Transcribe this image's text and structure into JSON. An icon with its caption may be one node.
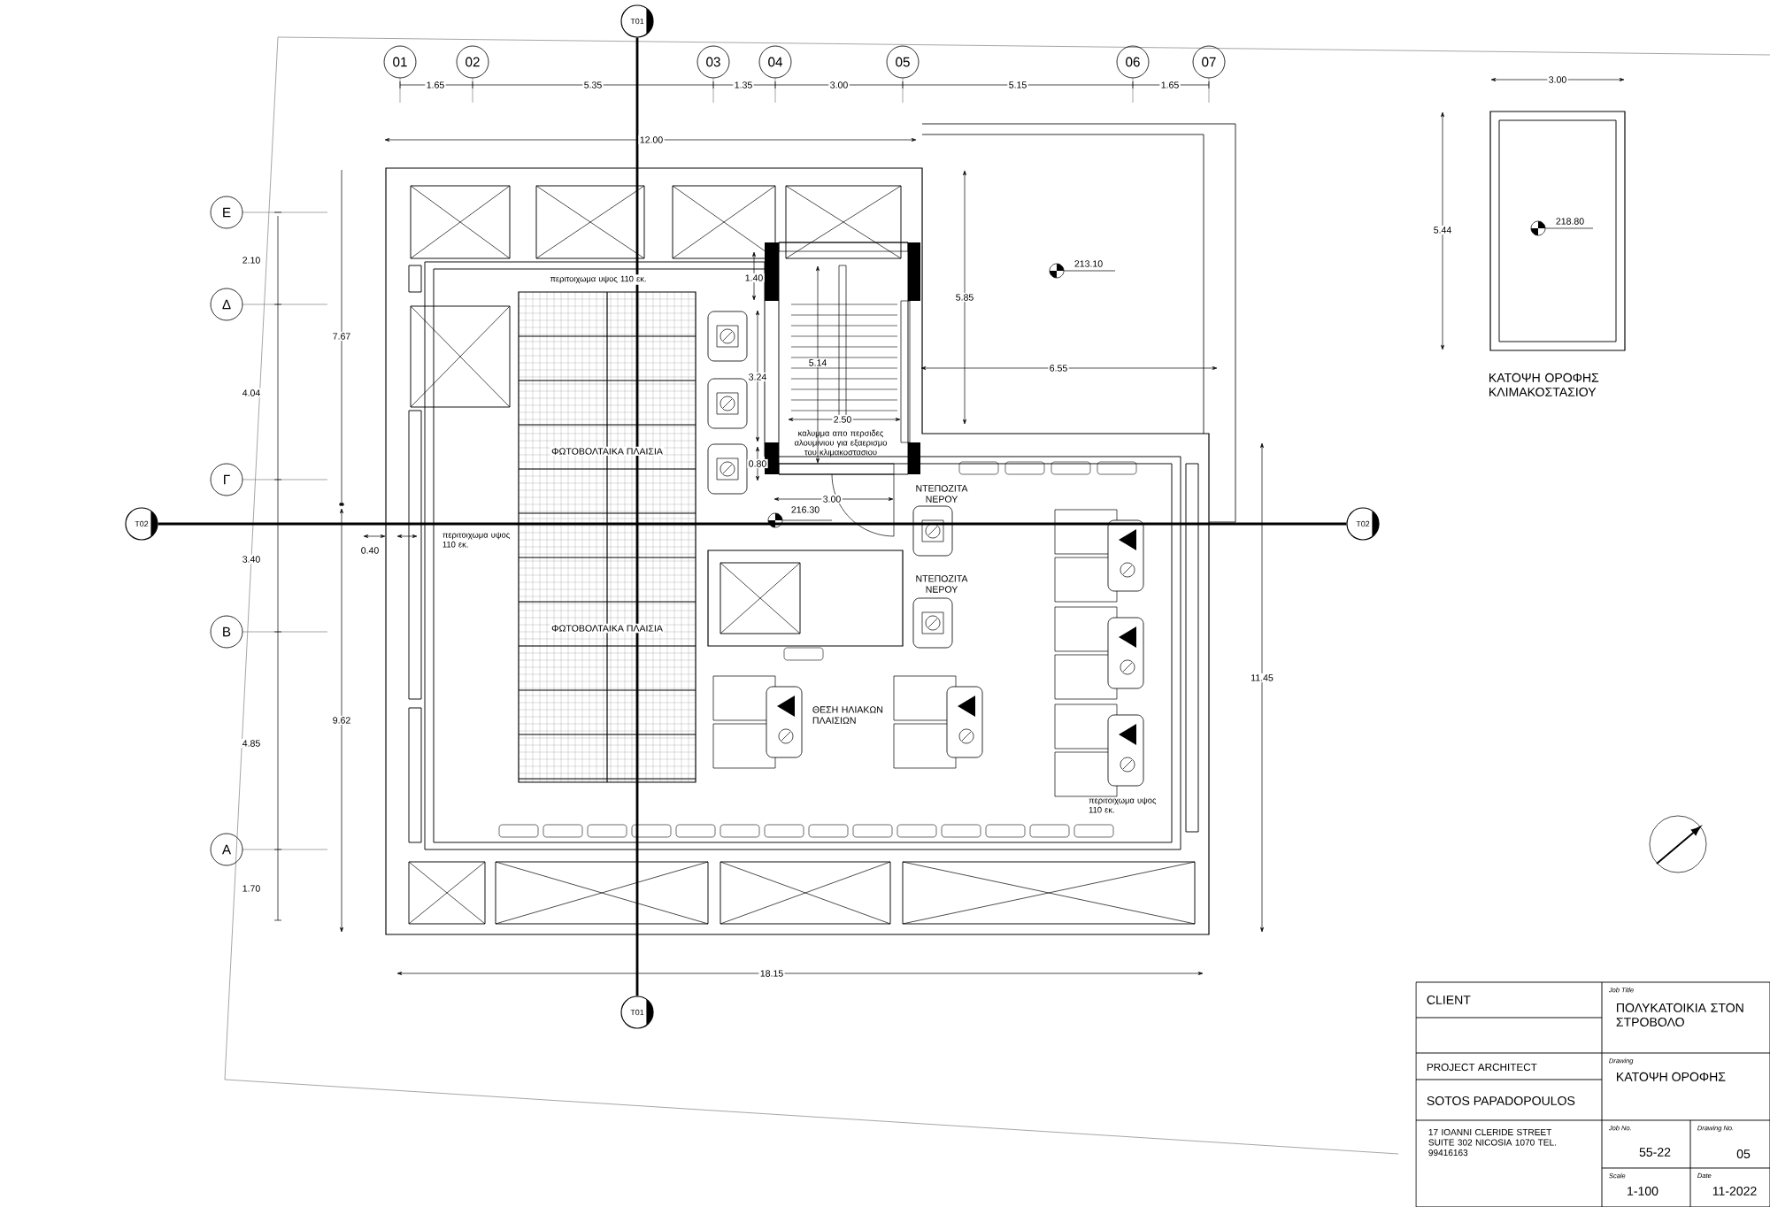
{
  "diagram": {
    "nodes": [
      {
        "text": [
          "T01"
        ]
      },
      {
        "text": [
          "01"
        ]
      },
      {
        "text": [
          "02"
        ]
      },
      {
        "text": [
          "03"
        ]
      },
      {
        "text": [
          "04"
        ]
      },
      {
        "text": [
          "05"
        ]
      },
      {
        "text": [
          "06"
        ]
      },
      {
        "text": [
          "07"
        ]
      },
      {
        "text": [
          "Ε"
        ]
      },
      {
        "text": [
          "Δ"
        ]
      },
      {
        "text": [
          "Γ"
        ]
      },
      {
        "text": [
          "T02"
        ]
      },
      {
        "text": [
          "T02"
        ]
      },
      {
        "text": [
          "Β"
        ]
      },
      {
        "text": [
          "Α"
        ]
      },
      {
        "text": [
          "T01"
        ]
      }
    ],
    "edges": [
      {
        "from": 0,
        "to": 15,
        "arrow": "none"
      },
      {
        "from": 11,
        "to": 12,
        "arrow": "none"
      }
    ],
    "labels": [
      "1.65",
      "5.35",
      "1.35",
      "3.00",
      "5.15",
      "1.65",
      "12.00",
      "περιτοιχωμα υψος 110 εκ.",
      "1.40",
      "213.10",
      "5.85",
      "2.10",
      "7.67",
      "5.14",
      "3.24",
      "6.55",
      "4.04",
      "2.50",
      "καλυμμα απο περσιδες αλουμινιου για εξαερισμο του κλιμακοστασιου",
      "ΦΩΤΟΒΟΛΤΑΙΚΑ ΠΛΑΙΣΙΑ",
      "0.80",
      "ΝΤΕΠΟΖΙΤΑ ΝΕΡΟΥ",
      "3.00",
      "216.30",
      "0.40",
      "περιτοιχωμα υψος 110 εκ.",
      "3.40",
      "ΝΤΕΠΟΖΙΤΑ ΝΕΡΟΥ",
      "ΦΩΤΟΒΟΛΤΑΙΚΑ ΠΛΑΙΣΙΑ",
      "ΘΕΣΗ ΗΛΙΑΚΩΝ ΠΛΑΙΣΙΩΝ",
      "11.45",
      "9.62",
      "4.85",
      "περιτοιχωμα υψος 110 εκ.",
      "1.70",
      "18.15",
      "3.00",
      "5.44",
      "218.80",
      "ΚΑΤΟΨΗ ΟΡΟΦΗΣ ΚΛΙΜΑΚΟΣΤΑΣΙΟΥ",
      "CLIENT",
      "Job Title",
      "ΠΟΛΥΚΑΤΟΙΚΙΑ ΣΤΟΝ ΣΤΡΟΒΟΛΟ",
      "PROJECT ARCHITECT",
      "Drawing",
      "ΚΑΤΟΨΗ ΟΡΟΦΗΣ",
      "SOTOS PAPADOPOULOS",
      "17 IOANNI CLERIDE STREET SUITE 302 NICOSIA 1070 TEL. 99416163",
      "Job No.",
      "55-22",
      "Drawing No.",
      "05",
      "Scale",
      "1-100",
      "Date",
      "11-2022"
    ]
  }
}
